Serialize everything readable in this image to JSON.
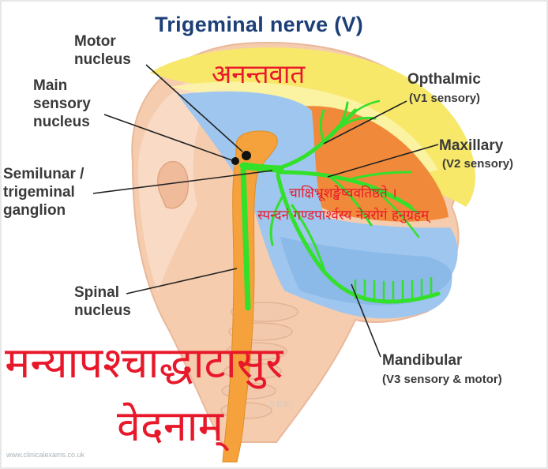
{
  "title": "Trigeminal nerve (V)",
  "labels": {
    "motor_nucleus": "Motor\nnucleus",
    "main_sensory_nucleus": "Main\nsensory\nnucleus",
    "semilunar_ganglion": "Semilunar /\ntrigeminal\nganglion",
    "spinal_nucleus": "Spinal\nnucleus",
    "opthalmic": "Opthalmic",
    "opthalmic_sub": "(V1 sensory)",
    "maxillary": "Maxillary",
    "maxillary_sub": "(V2 sensory)",
    "mandibular": "Mandibular",
    "mandibular_sub": "(V3 sensory & motor)"
  },
  "annotations": {
    "top": "अनन्तवात",
    "mid_line1": "चाक्षिभ्रूशङ्खेष्ववतिष्ठते ।",
    "mid_line2": "स्पन्दनं गण्डपार्श्वस्य नेत्ररोगं हनुग्रहम्",
    "bottom_line1": "मन्यापश्चाद्धाटासुर",
    "bottom_line2": "वेदनाम्"
  },
  "watermark": "S.Edu",
  "credit": "www.clinicalexams.co.uk",
  "colors": {
    "nerve": "#33e02a",
    "nucleus": "#f5a23c",
    "v1_zone": "#f7e86a",
    "v2_zone": "#f08a3a",
    "v3_zone": "#9fc6ee",
    "skin": "#f6ccae",
    "title": "#1d3f78",
    "annotation": "#e8182b"
  }
}
